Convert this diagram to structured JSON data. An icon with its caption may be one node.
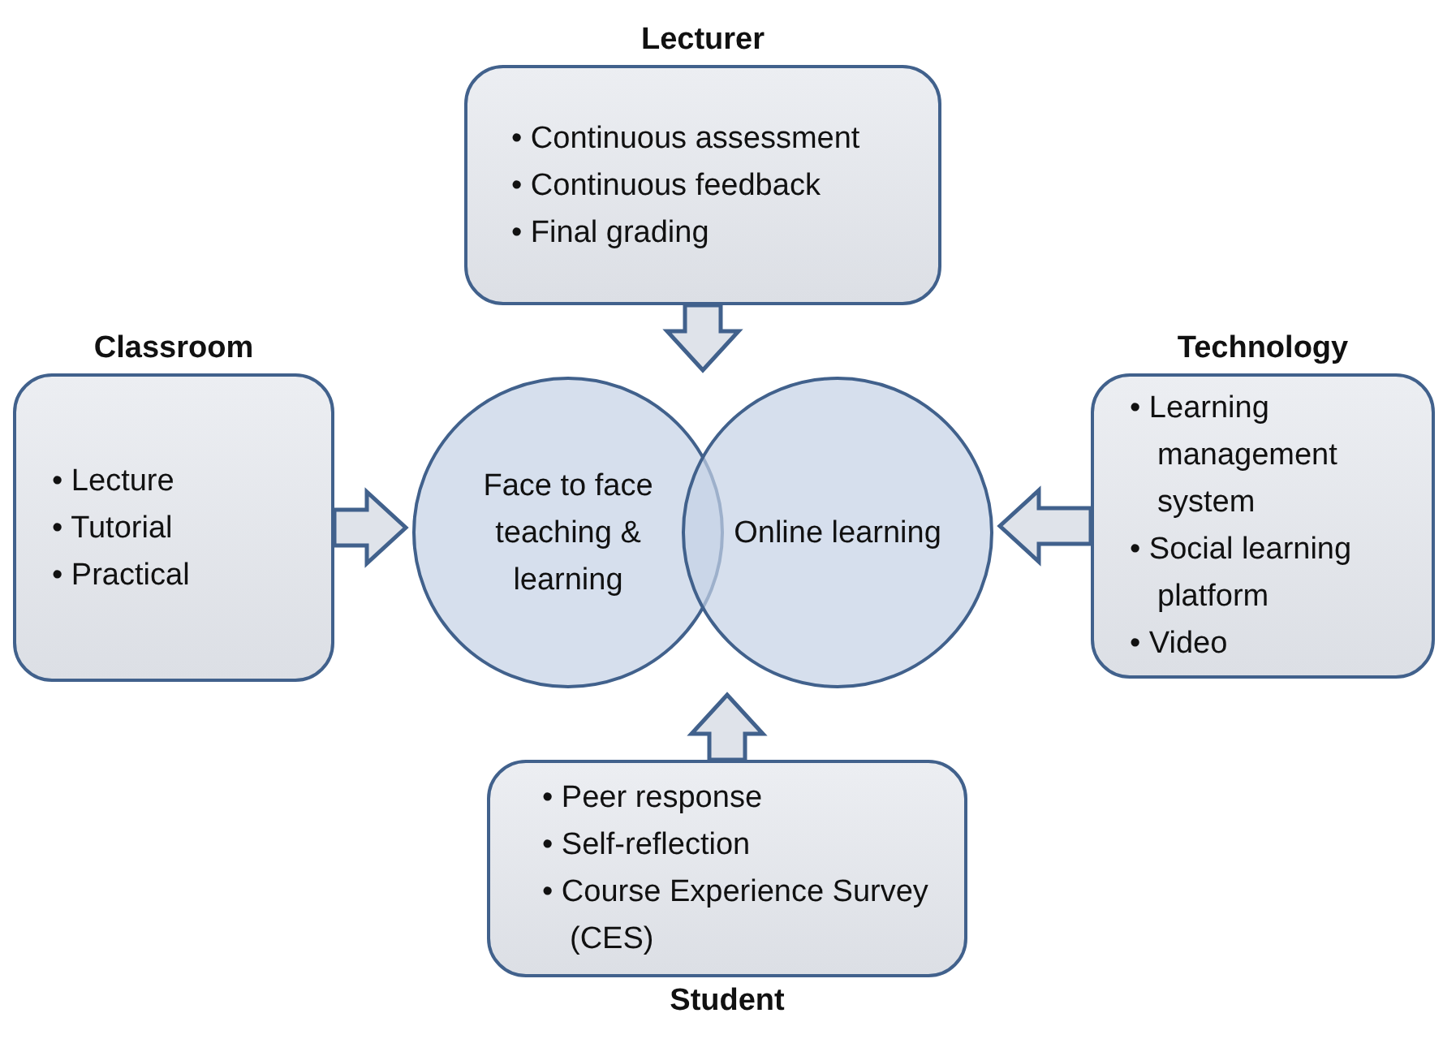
{
  "diagram": {
    "nodes": [
      {
        "text": [
          "Lecturer",
          "• Continuous assessment",
          "• Continuous feedback",
          "• Final grading"
        ]
      },
      {
        "text": [
          "Classroom",
          "• Lecture",
          "• Tutorial",
          "• Practical"
        ]
      },
      {
        "text": [
          "Face to face teaching & learning"
        ]
      },
      {
        "text": [
          "Online learning"
        ]
      },
      {
        "text": [
          "Technology",
          "• Learning management system",
          "• Social learning platform",
          "• Video"
        ]
      },
      {
        "text": [
          "• Peer response",
          "• Self-reflection",
          "• Course Experience Survey (CES)",
          "Student"
        ]
      }
    ],
    "edges": [
      {
        "from": 0,
        "to": 2,
        "arrow": "to"
      },
      {
        "from": 1,
        "to": 2,
        "arrow": "to"
      },
      {
        "from": 4,
        "to": 3,
        "arrow": "to"
      },
      {
        "from": 5,
        "to": 3,
        "arrow": "to"
      }
    ]
  }
}
